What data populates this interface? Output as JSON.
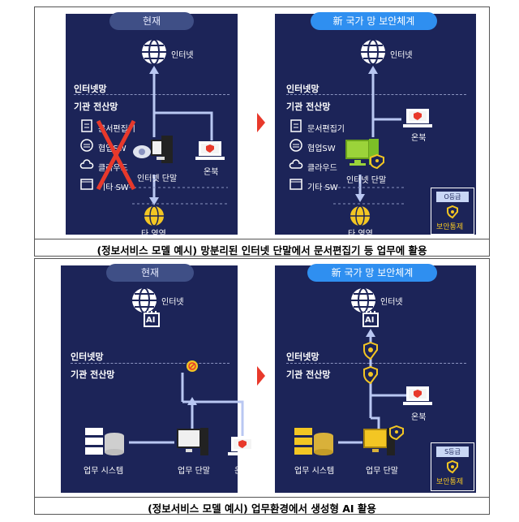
{
  "top": {
    "left": {
      "pill": "현재",
      "internet": "인터넷",
      "net_internet": "인터넷망",
      "net_agency": "기관 전산망",
      "tools": [
        "문서편집기",
        "협업SW",
        "클라우드",
        "기타 SW"
      ],
      "terminal": "인터넷 단말",
      "onnara": "온북",
      "other": "타 영역"
    },
    "right": {
      "pill": "新 국가 망 보안체계",
      "internet": "인터넷",
      "net_internet": "인터넷망",
      "net_agency": "기관 전산망",
      "tools": [
        "문서편집기",
        "협업SW",
        "클라우드",
        "기타 SW"
      ],
      "terminal": "인터넷 단말",
      "onnara": "온북",
      "other": "타 영역",
      "grade": "O등급",
      "control": "보안통제"
    },
    "caption": "(정보서비스 모델 예시) 망분리된 인터넷 단말에서 문서편집기 등 업무에 활용"
  },
  "bottom": {
    "left": {
      "pill": "현재",
      "internet": "인터넷",
      "ai": "AI",
      "net_internet": "인터넷망",
      "net_agency": "기관 전산망",
      "system": "업무 시스템",
      "terminal": "업무 단말",
      "onnara": "온북"
    },
    "right": {
      "pill": "新 국가 망 보안체계",
      "internet": "인터넷",
      "ai": "AI",
      "net_internet": "인터넷망",
      "net_agency": "기관 전산망",
      "system": "업무 시스템",
      "terminal": "업무 단말",
      "onnara": "온북",
      "grade": "S등급",
      "control": "보안통제"
    },
    "caption": "(정보서비스 모델 예시) 업무환경에서 생성형 AI 활용"
  },
  "colors": {
    "panel": "#1c2458",
    "pill_current": "#3f4f86",
    "pill_new": "#2f8ff0",
    "connector": "#b9c7f2",
    "shield": "#f3c623",
    "block": "#e8392b",
    "arrow": "#e8392b"
  }
}
